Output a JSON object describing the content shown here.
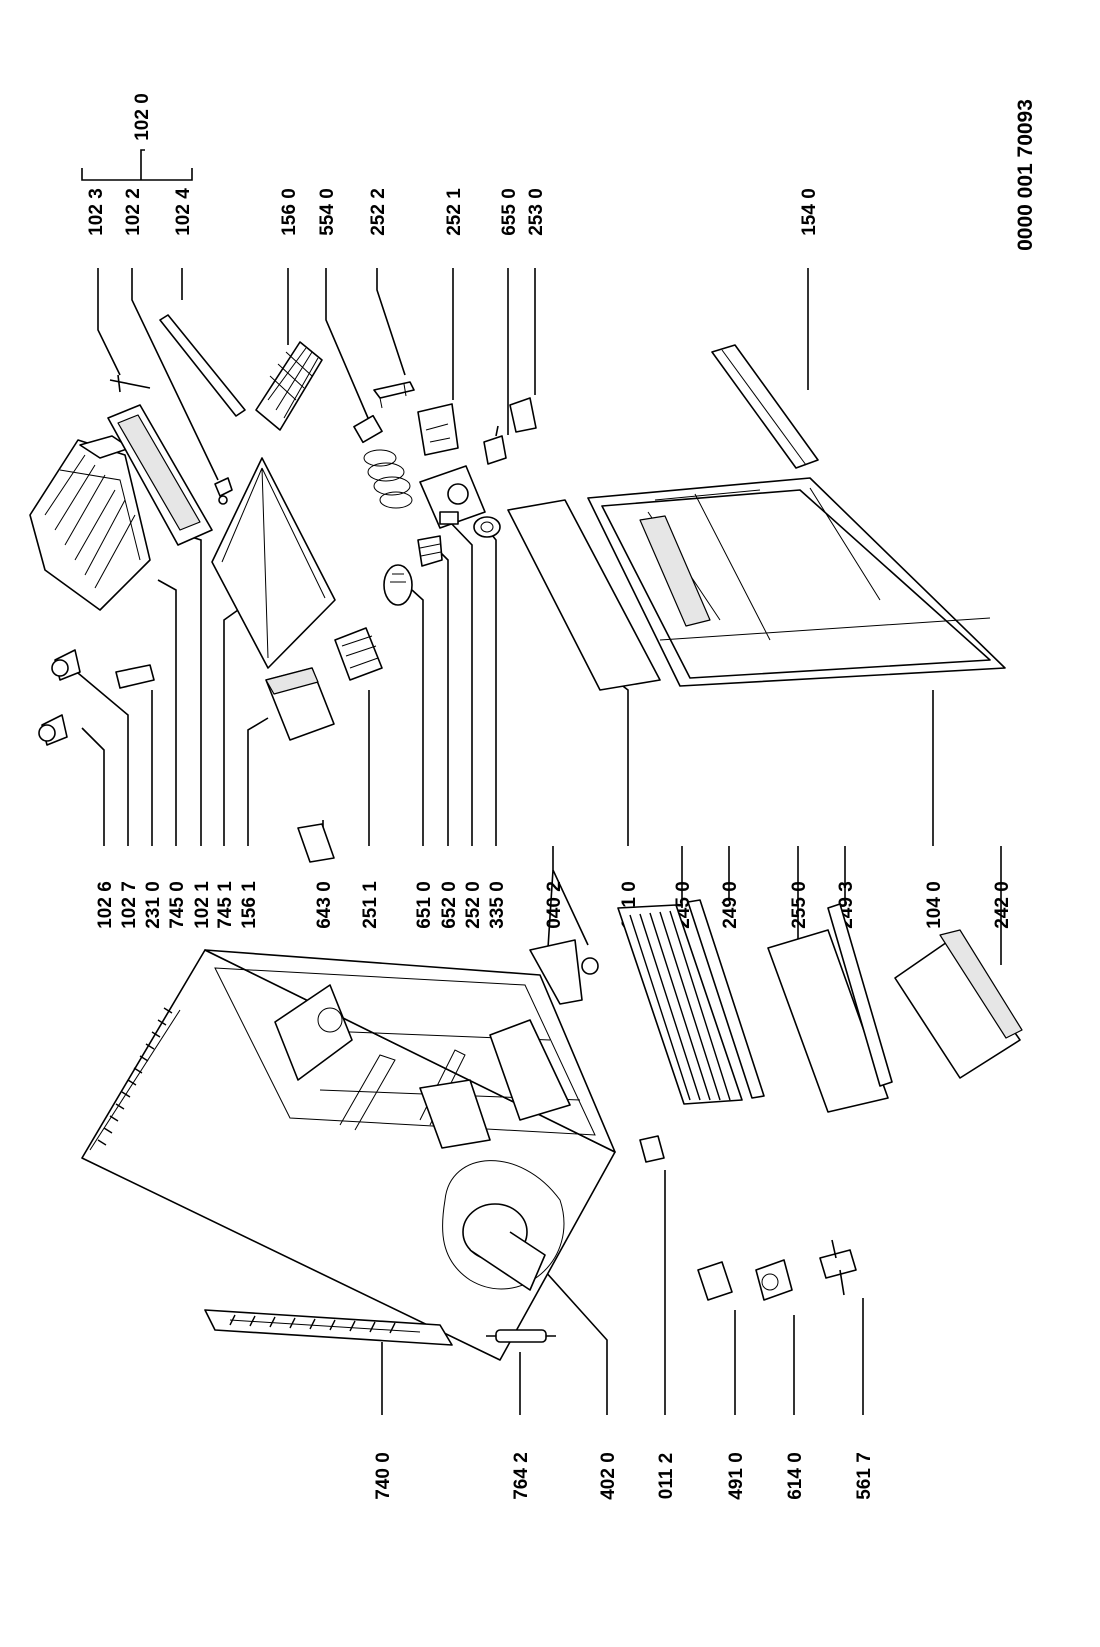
{
  "document": {
    "id": "0000 001 70093"
  },
  "parts": [
    {
      "ref": "102 6",
      "icon": "knob"
    },
    {
      "ref": "102 7",
      "icon": "knob"
    },
    {
      "ref": "231 0",
      "icon": "small-label-plate"
    },
    {
      "ref": "745 0",
      "icon": "wire-rod"
    },
    {
      "ref": "102 1",
      "icon": "freezer-door-frame"
    },
    {
      "ref": "745 1",
      "icon": "drip-tray"
    },
    {
      "ref": "156 1",
      "icon": "butter-box"
    },
    {
      "ref": "643 0",
      "icon": "clip"
    },
    {
      "ref": "251 1",
      "icon": "lamp-cover"
    },
    {
      "ref": "651 0",
      "icon": "lamp-bulb"
    },
    {
      "ref": "652 0",
      "icon": "lamp-socket"
    },
    {
      "ref": "252 0",
      "icon": "thermostat-housing"
    },
    {
      "ref": "335 0",
      "icon": "thermostat-knob"
    },
    {
      "ref": "040 2",
      "icon": "hinge"
    },
    {
      "ref": "191 0",
      "icon": "door-strip"
    },
    {
      "ref": "245 0",
      "icon": "wire-shelf"
    },
    {
      "ref": "249 0",
      "icon": "shelf-trim"
    },
    {
      "ref": "255 0",
      "icon": "glass-shelf"
    },
    {
      "ref": "249 3",
      "icon": "shelf-trim"
    },
    {
      "ref": "104 0",
      "icon": "door-liner"
    },
    {
      "ref": "242 0",
      "icon": "crisper-drawer"
    },
    {
      "ref": "740 0",
      "icon": "condenser"
    },
    {
      "ref": "764 2",
      "icon": "filter-drier"
    },
    {
      "ref": "402 0",
      "icon": "compressor"
    },
    {
      "ref": "011 2",
      "icon": "foot"
    },
    {
      "ref": "491 0",
      "icon": "relay-cover"
    },
    {
      "ref": "614 0",
      "icon": "start-relay"
    },
    {
      "ref": "561 7",
      "icon": "overload-protector"
    },
    {
      "ref": "102 3",
      "icon": "spring-clip"
    },
    {
      "ref": "102 2",
      "icon": "latch"
    },
    {
      "ref": "102 4",
      "icon": "seal-strip"
    },
    {
      "ref": "102 0",
      "icon": "freezer-door-group"
    },
    {
      "ref": "156 0",
      "icon": "ice-tray"
    },
    {
      "ref": "554 0",
      "icon": "connector"
    },
    {
      "ref": "252 2",
      "icon": "bracket"
    },
    {
      "ref": "252 1",
      "icon": "thermostat"
    },
    {
      "ref": "655 0",
      "icon": "switch"
    },
    {
      "ref": "253 0",
      "icon": "cover"
    },
    {
      "ref": "154 0",
      "icon": "door-handle"
    }
  ]
}
